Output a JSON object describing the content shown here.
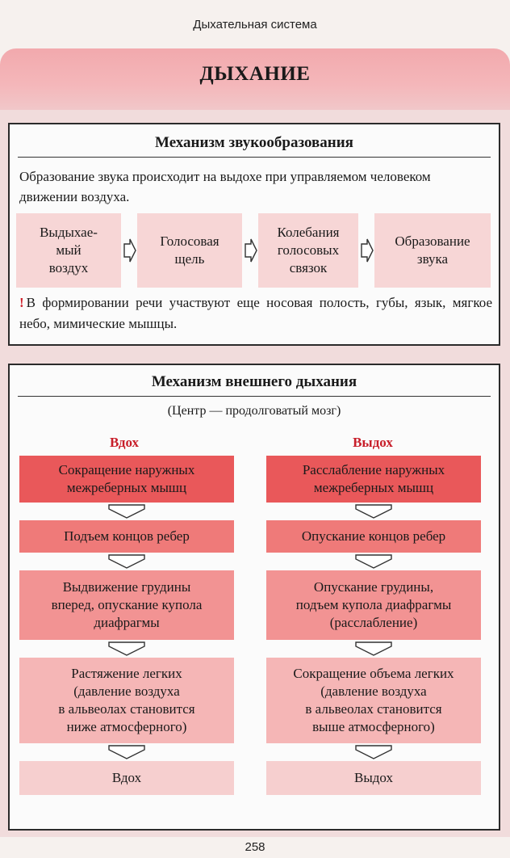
{
  "running_head": "Дыхательная система",
  "banner_title": "ДЫХАНИЕ",
  "sound": {
    "title": "Механизм звукообразования",
    "intro": "Образование звука происходит на выдохе при управляемом человеком движении воздуха.",
    "steps": [
      "Выдыхае-\nмый\nвоздух",
      "Голосовая\nщель",
      "Колебания\nголосовых\nсвязок",
      "Образование\nзвука"
    ],
    "note": "В формировании речи участвуют еще носовая полость, губы, язык, мягкое небо, мимические мышцы."
  },
  "breathing": {
    "title": "Механизм внешнего дыхания",
    "subtitle": "(Центр — продолговатый мозг)",
    "inhale": {
      "label": "Вдох",
      "steps": [
        "Сокращение наружных\nмежреберных мышц",
        "Подъем концов ребер",
        "Выдвижение грудины\nвперед, опускание купола\nдиафрагмы",
        "Растяжение легких\n(давление воздуха\nв альвеолах становится\nниже атмосферного)",
        "Вдох"
      ]
    },
    "exhale": {
      "label": "Выдох",
      "steps": [
        "Расслабление наружных\nмежреберных мышц",
        "Опускание концов ребер",
        "Опускание грудины,\nподъем купола диафрагмы\n(расслабление)",
        "Сокращение объема легких\n(давление воздуха\nв альвеолах становится\nвыше атмосферного)",
        "Выдох"
      ]
    }
  },
  "page_number": "258",
  "colors": {
    "banner": "#f2a9ad",
    "accent_red": "#c81e2a",
    "step1": "#e9585a",
    "step5": "#f6cfcf"
  }
}
